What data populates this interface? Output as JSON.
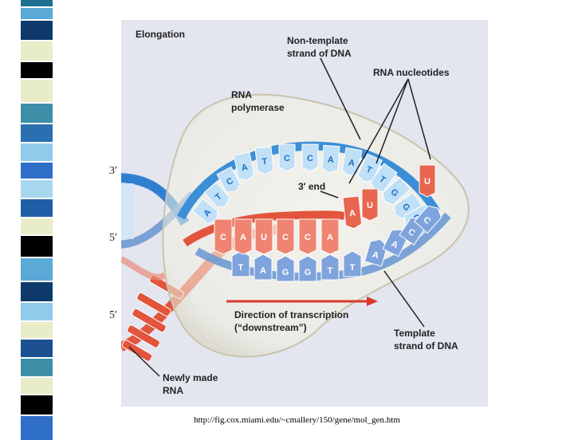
{
  "slide": {
    "caption": "http://fig.cox.miami.edu/~cmallery/150/gene/mol_gen.htm",
    "side_labels": [
      "3′",
      "5′",
      "5′"
    ]
  },
  "figure": {
    "title": "Elongation",
    "labels": {
      "non_template_1": "Non-template",
      "non_template_2": "strand of DNA",
      "rna_nucleotides": "RNA nucleotides",
      "rna_polymerase_1": "RNA",
      "rna_polymerase_2": "polymerase",
      "three_end": "3′ end",
      "direction_1": "Direction of transcription",
      "direction_2": "(“downstream”)",
      "template_1": "Template",
      "template_2": "strand of DNA",
      "newly_made_1": "Newly made",
      "newly_made_2": "RNA"
    },
    "bases": {
      "non_template": [
        "A",
        "T",
        "C",
        "C",
        "A",
        "A",
        "T",
        "T",
        "G",
        "G",
        "C",
        "C"
      ],
      "non_template_left": [
        "A",
        "T",
        "C"
      ],
      "rna": [
        "C",
        "A",
        "U",
        "C",
        "C",
        "A"
      ],
      "template": [
        "T",
        "A",
        "G",
        "G",
        "T",
        "T",
        "A",
        "A",
        "C",
        "C"
      ],
      "incoming": [
        "A",
        "U",
        "U"
      ]
    },
    "colors": {
      "background": "#e3e5ef",
      "non_template_strand": "#3b8fd6",
      "template_strand": "#6f9ad3",
      "rna_strand": "#e2543c",
      "polymerase_bubble": "#f1efe1"
    }
  },
  "stripes": [
    {
      "color": "#1c6f8f",
      "h": 8
    },
    {
      "color": "#ffffff",
      "h": 2
    },
    {
      "color": "#5aa9d6",
      "h": 14
    },
    {
      "color": "#ffffff",
      "h": 2
    },
    {
      "color": "#0d3a6b",
      "h": 24
    },
    {
      "color": "#ffffff",
      "h": 2
    },
    {
      "color": "#e8ecc9",
      "h": 24
    },
    {
      "color": "#ffffff",
      "h": 2
    },
    {
      "color": "#000000",
      "h": 20
    },
    {
      "color": "#ffffff",
      "h": 2
    },
    {
      "color": "#e8ecc9",
      "h": 28
    },
    {
      "color": "#ffffff",
      "h": 2
    },
    {
      "color": "#3d8fa8",
      "h": 24
    },
    {
      "color": "#ffffff",
      "h": 2
    },
    {
      "color": "#2a6fb0",
      "h": 22
    },
    {
      "color": "#ffffff",
      "h": 2
    },
    {
      "color": "#8fcbea",
      "h": 22
    },
    {
      "color": "#ffffff",
      "h": 2
    },
    {
      "color": "#2f6fc9",
      "h": 20
    },
    {
      "color": "#ffffff",
      "h": 2
    },
    {
      "color": "#a8d8ef",
      "h": 22
    },
    {
      "color": "#ffffff",
      "h": 2
    },
    {
      "color": "#1f5fa8",
      "h": 22
    },
    {
      "color": "#ffffff",
      "h": 2
    },
    {
      "color": "#e8ecc9",
      "h": 20
    },
    {
      "color": "#ffffff",
      "h": 2
    },
    {
      "color": "#000000",
      "h": 26
    },
    {
      "color": "#ffffff",
      "h": 2
    },
    {
      "color": "#5aa9d6",
      "h": 28
    },
    {
      "color": "#ffffff",
      "h": 2
    },
    {
      "color": "#0d3a6b",
      "h": 24
    },
    {
      "color": "#ffffff",
      "h": 2
    },
    {
      "color": "#8fcbea",
      "h": 22
    },
    {
      "color": "#ffffff",
      "h": 2
    },
    {
      "color": "#e8ecc9",
      "h": 20
    },
    {
      "color": "#ffffff",
      "h": 2
    },
    {
      "color": "#1c4f8f",
      "h": 22
    },
    {
      "color": "#ffffff",
      "h": 2
    },
    {
      "color": "#3d8fa8",
      "h": 22
    },
    {
      "color": "#ffffff",
      "h": 2
    },
    {
      "color": "#e8ecc9",
      "h": 20
    },
    {
      "color": "#ffffff",
      "h": 2
    },
    {
      "color": "#000000",
      "h": 24
    },
    {
      "color": "#ffffff",
      "h": 2
    },
    {
      "color": "#2f6fc9",
      "h": 30
    }
  ]
}
